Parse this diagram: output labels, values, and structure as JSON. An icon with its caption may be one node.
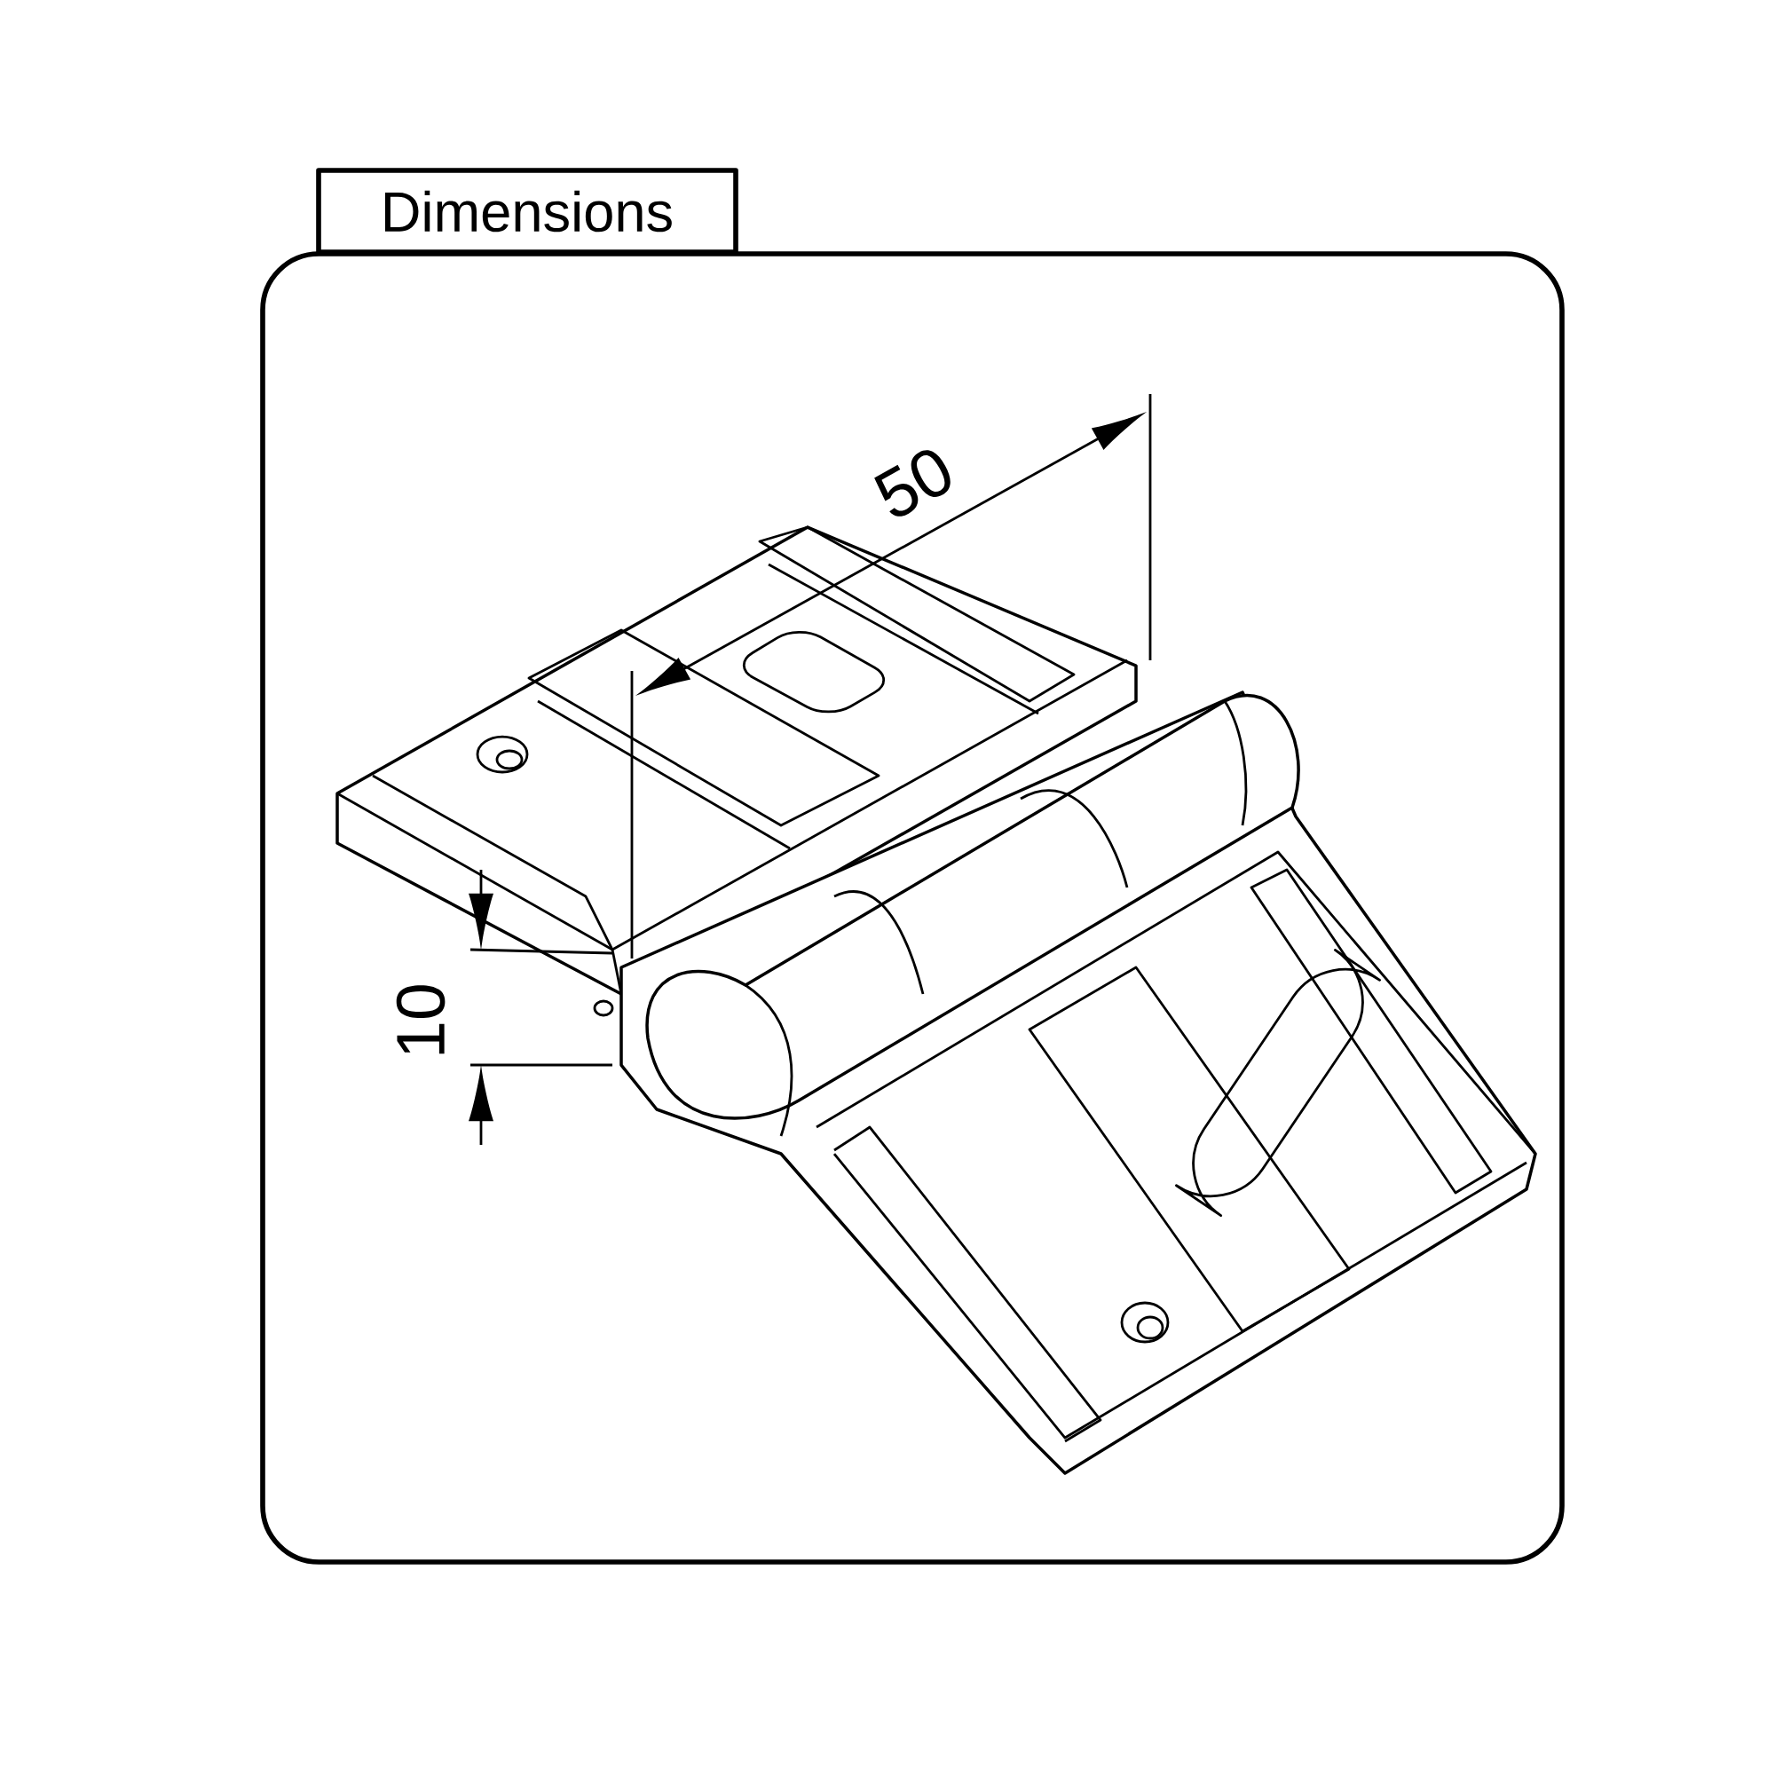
{
  "diagram": {
    "title": "Dimensions",
    "labels": [
      "50",
      "10"
    ]
  }
}
